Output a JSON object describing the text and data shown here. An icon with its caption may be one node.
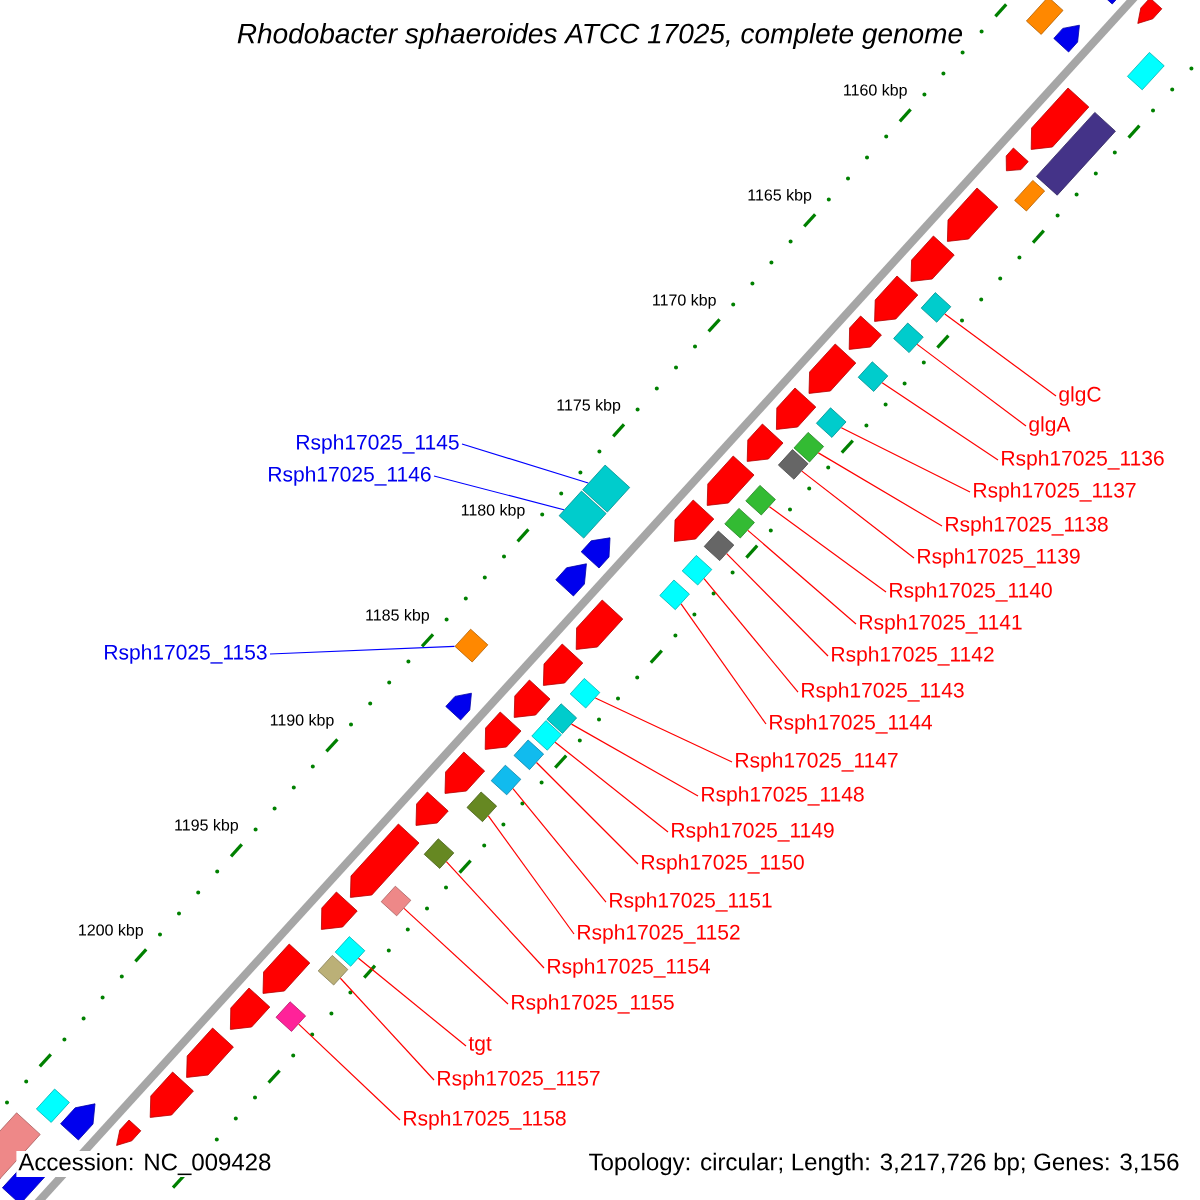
{
  "diagram": {
    "title": "Rhodobacter sphaeroides ATCC 17025, complete genome",
    "nodes": [
      {
        "text": [
          "glgC"
        ]
      },
      {
        "text": [
          "glgA"
        ]
      },
      {
        "text": [
          "Rsph17025_1145"
        ]
      },
      {
        "text": [
          "Rsph17025_1136"
        ]
      },
      {
        "text": [
          "Rsph17025_1146"
        ]
      },
      {
        "text": [
          "Rsph17025_1137"
        ]
      },
      {
        "text": [
          "Rsph17025_1138"
        ]
      },
      {
        "text": [
          "Rsph17025_1139"
        ]
      },
      {
        "text": [
          "Rsph17025_1140"
        ]
      },
      {
        "text": [
          "Rsph17025_1141"
        ]
      },
      {
        "text": [
          "Rsph17025_1153"
        ]
      },
      {
        "text": [
          "Rsph17025_1142"
        ]
      },
      {
        "text": [
          "Rsph17025_1143"
        ]
      },
      {
        "text": [
          "Rsph17025_1144"
        ]
      },
      {
        "text": [
          "Rsph17025_1147"
        ]
      },
      {
        "text": [
          "Rsph17025_1148"
        ]
      },
      {
        "text": [
          "Rsph17025_1149"
        ]
      },
      {
        "text": [
          "Rsph17025_1150"
        ]
      },
      {
        "text": [
          "Rsph17025_1151"
        ]
      },
      {
        "text": [
          "Rsph17025_1152"
        ]
      },
      {
        "text": [
          "Rsph17025_1154"
        ]
      },
      {
        "text": [
          "Rsph17025_1155"
        ]
      },
      {
        "text": [
          "tgt"
        ]
      },
      {
        "text": [
          "Rsph17025_1157"
        ]
      },
      {
        "text": [
          "Rsph17025_1158"
        ]
      },
      {
        "text": [],
        "shape": "diamond"
      },
      {
        "text": [],
        "shape": "diamond"
      },
      {
        "text": [],
        "shape": "diamond"
      },
      {
        "text": [],
        "shape": "diamond"
      },
      {
        "text": [],
        "shape": "diamond"
      },
      {
        "text": [],
        "shape": "diamond"
      },
      {
        "text": [],
        "shape": "diamond"
      },
      {
        "text": [],
        "shape": "diamond"
      },
      {
        "text": [],
        "shape": "diamond"
      },
      {
        "text": [],
        "shape": "diamond"
      },
      {
        "text": [],
        "shape": "diamond"
      },
      {
        "text": [],
        "shape": "diamond"
      },
      {
        "text": [],
        "shape": "diamond"
      },
      {
        "text": [],
        "shape": "diamond"
      },
      {
        "text": [],
        "shape": "diamond"
      },
      {
        "text": [],
        "shape": "diamond"
      },
      {
        "text": [],
        "shape": "diamond"
      },
      {
        "text": [],
        "shape": "diamond"
      },
      {
        "text": [],
        "shape": "diamond"
      },
      {
        "text": [],
        "shape": "diamond"
      },
      {
        "text": [],
        "shape": "diamond"
      },
      {
        "text": [],
        "shape": "diamond"
      },
      {
        "text": [],
        "shape": "diamond"
      },
      {
        "text": [],
        "shape": "diamond"
      },
      {
        "text": [],
        "shape": "diamond"
      }
    ],
    "edges": [
      {
        "from": 0,
        "to": 28,
        "arrow": "none"
      },
      {
        "from": 1,
        "to": 29,
        "arrow": "none"
      },
      {
        "from": 2,
        "to": 25,
        "arrow": "none",
        "color": "#0000ff"
      },
      {
        "from": 3,
        "to": 30,
        "arrow": "none"
      },
      {
        "from": 4,
        "to": 26,
        "arrow": "none",
        "color": "#0000ff"
      },
      {
        "from": 5,
        "to": 31,
        "arrow": "none"
      },
      {
        "from": 6,
        "to": 32,
        "arrow": "none"
      },
      {
        "from": 7,
        "to": 33,
        "arrow": "none"
      },
      {
        "from": 8,
        "to": 34,
        "arrow": "none"
      },
      {
        "from": 9,
        "to": 35,
        "arrow": "none"
      },
      {
        "from": 10,
        "to": 27,
        "arrow": "none",
        "color": "#0000ff"
      },
      {
        "from": 11,
        "to": 36,
        "arrow": "none"
      },
      {
        "from": 12,
        "to": 37,
        "arrow": "none"
      },
      {
        "from": 13,
        "to": 38,
        "arrow": "none"
      },
      {
        "from": 14,
        "to": 39,
        "arrow": "none"
      },
      {
        "from": 15,
        "to": 40,
        "arrow": "none"
      },
      {
        "from": 16,
        "to": 41,
        "arrow": "none"
      },
      {
        "from": 17,
        "to": 42,
        "arrow": "none"
      },
      {
        "from": 18,
        "to": 43,
        "arrow": "none"
      },
      {
        "from": 19,
        "to": 44,
        "arrow": "none"
      },
      {
        "from": 20,
        "to": 45,
        "arrow": "none"
      },
      {
        "from": 21,
        "to": 46,
        "arrow": "none"
      },
      {
        "from": 22,
        "to": 47,
        "arrow": "none"
      },
      {
        "from": 23,
        "to": 48,
        "arrow": "none"
      },
      {
        "from": 24,
        "to": 49,
        "arrow": "none"
      }
    ],
    "labels": [
      "1160 kbp",
      "1165 kbp",
      "1170 kbp",
      "1175 kbp",
      "1180 kbp",
      "1185 kbp",
      "1190 kbp",
      "1195 kbp",
      "1200 kbp",
      "Accession: NC_009428",
      "Topology: circular; Length: 3,217,726 bp; Genes: 3,156"
    ]
  }
}
